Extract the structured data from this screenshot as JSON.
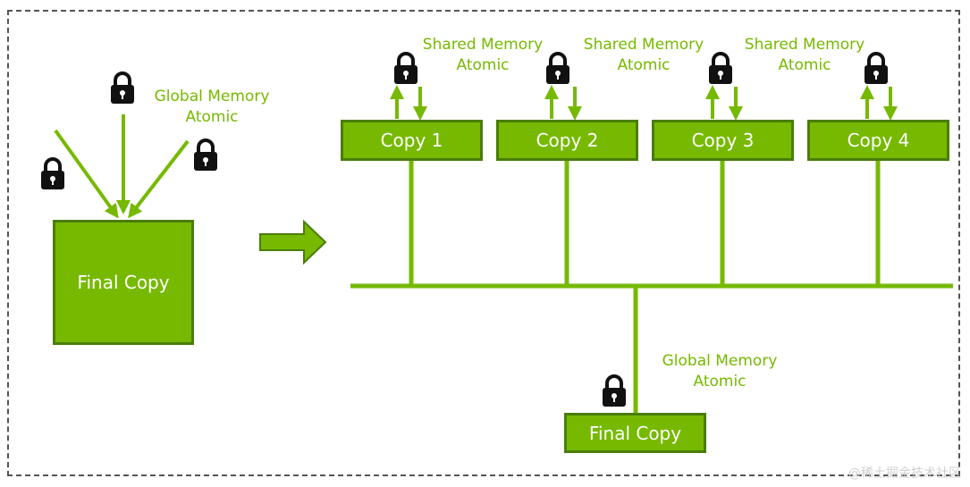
{
  "colors": {
    "green": "#76b900",
    "green_dark": "#4a7d0a",
    "label_green": "#76b900",
    "lock": "#111111",
    "frame": "#555555"
  },
  "left": {
    "global_label": "Global Memory\nAtomic",
    "final_copy": "Final Copy"
  },
  "right": {
    "copies": [
      "Copy 1",
      "Copy 2",
      "Copy 3",
      "Copy 4"
    ],
    "shared_label": "Shared Memory\nAtomic",
    "global_label": "Global Memory\nAtomic",
    "final_copy": "Final Copy"
  },
  "watermark": "@稀土掘金技术社区",
  "icons": [
    "lock-icon",
    "arrow-right-icon"
  ]
}
